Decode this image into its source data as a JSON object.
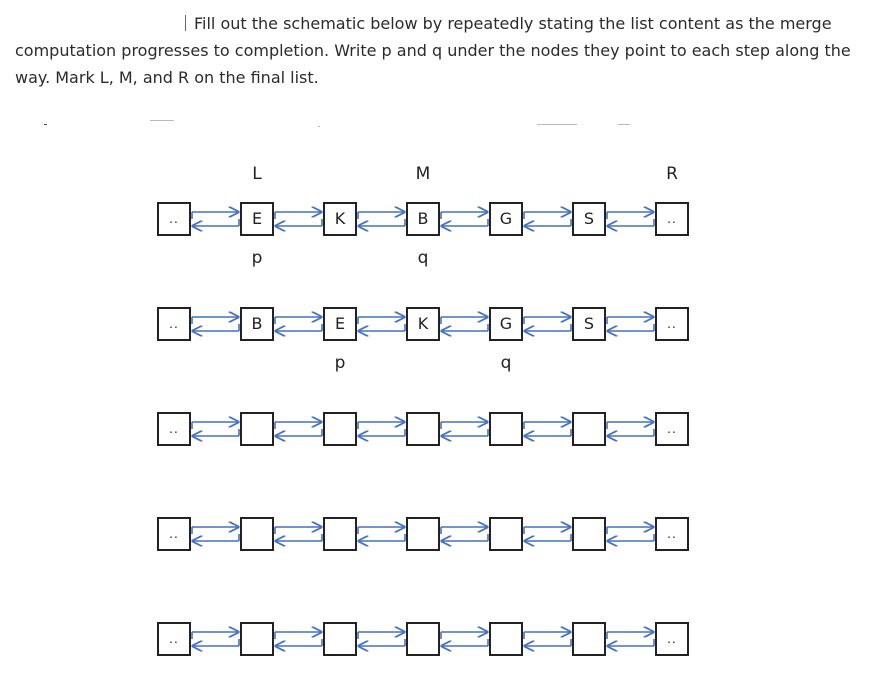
{
  "instructions": "Fill out the schematic below by repeatedly stating the list content as the merge computation progresses to completion. Write p and q under the nodes they point to each step along the way. Mark L, M, and R on the final list.",
  "sentinel_label": "..",
  "top_marks": [
    "L",
    "",
    "M",
    "",
    "",
    "R"
  ],
  "rows": [
    {
      "nodes": [
        "..",
        "E",
        "K",
        "B",
        "G",
        "S",
        ".."
      ],
      "below": [
        "",
        "p",
        "",
        "q",
        "",
        "",
        ""
      ]
    },
    {
      "nodes": [
        "..",
        "B",
        "E",
        "K",
        "G",
        "S",
        ".."
      ],
      "below": [
        "",
        "",
        "p",
        "",
        "q",
        "",
        ""
      ]
    },
    {
      "nodes": [
        "..",
        "",
        "",
        "",
        "",
        "",
        ".."
      ],
      "below": [
        "",
        "",
        "",
        "",
        "",
        "",
        ""
      ]
    },
    {
      "nodes": [
        "..",
        "",
        "",
        "",
        "",
        "",
        ".."
      ],
      "below": [
        "",
        "",
        "",
        "",
        "",
        "",
        ""
      ]
    },
    {
      "nodes": [
        "..",
        "",
        "",
        "",
        "",
        "",
        ".."
      ],
      "below": [
        "",
        "",
        "",
        "",
        "",
        "",
        ""
      ]
    }
  ],
  "colors": {
    "arrow": "#4472c4",
    "border": "#222222"
  }
}
